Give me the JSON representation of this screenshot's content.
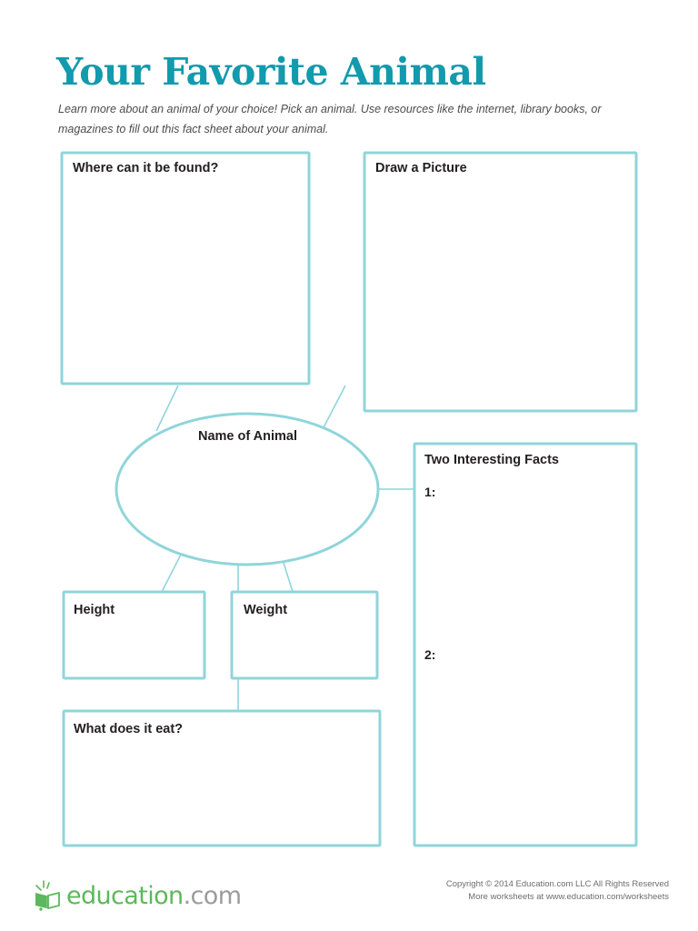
{
  "page": {
    "title": "Your Favorite Animal",
    "instructions": "Learn more about an animal of your choice! Pick an animal. Use resources like the internet, library books, or magazines to fill out this fact sheet about your animal.",
    "accent_color": "#129aad",
    "border_color": "#8fd5da",
    "text_color": "#231f20"
  },
  "diagram": {
    "center_node": {
      "label": "Name of Animal"
    },
    "boxes": [
      {
        "id": "where-found",
        "label": "Where can it be found?"
      },
      {
        "id": "draw-picture",
        "label": "Draw a Picture"
      },
      {
        "id": "two-facts",
        "label": "Two Interesting Facts"
      },
      {
        "id": "height",
        "label": "Height"
      },
      {
        "id": "weight",
        "label": "Weight"
      },
      {
        "id": "what-eats",
        "label": "What does it eat?"
      }
    ],
    "fact_lines": [
      {
        "marker": "1:"
      },
      {
        "marker": "2:"
      }
    ]
  },
  "footer": {
    "logo_name": "education",
    "logo_suffix": ".com",
    "logo_icon": "open-book-icon",
    "copyright_line1": "Copyright © 2014 Education.com LLC All Rights Reserved",
    "copyright_line2": "More worksheets at www.education.com/worksheets"
  }
}
